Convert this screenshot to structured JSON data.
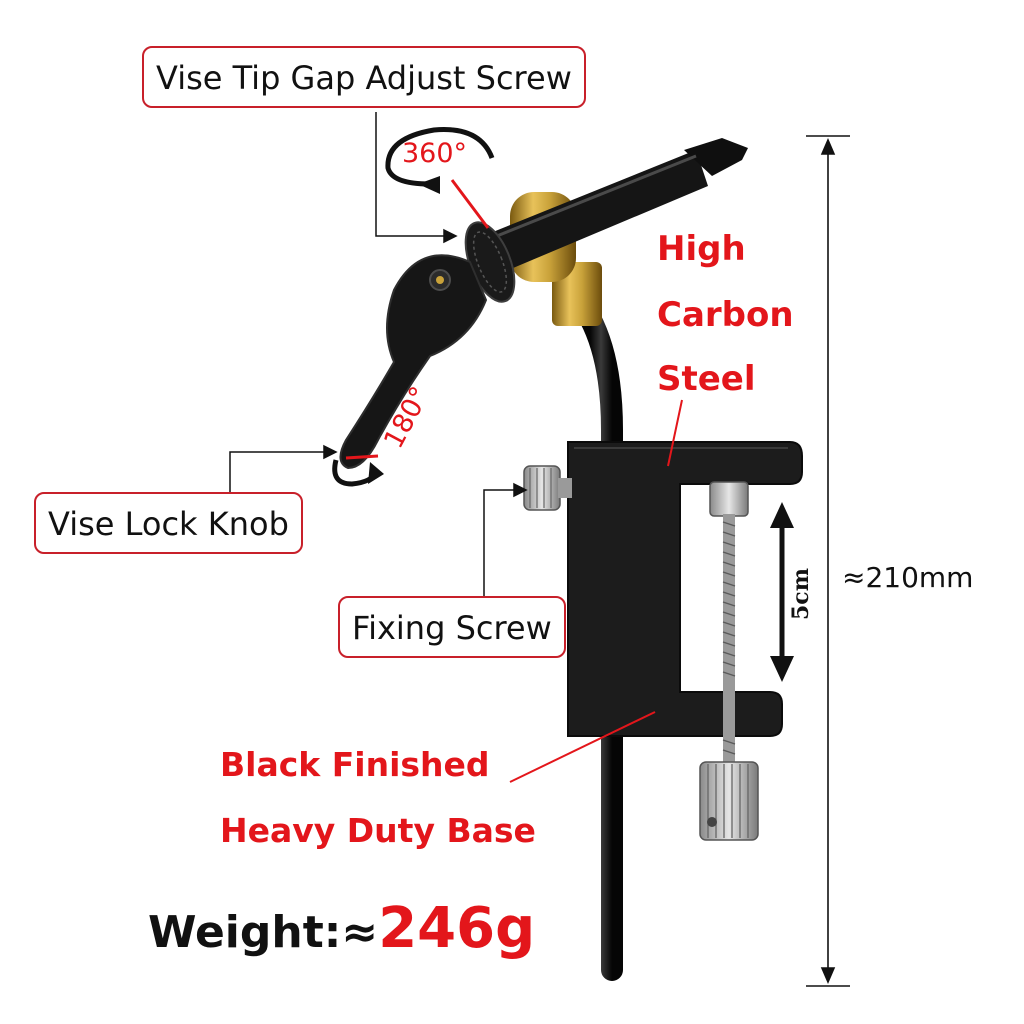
{
  "callouts": {
    "tip_gap_screw": "Vise Tip Gap Adjust Screw",
    "lock_knob": "Vise Lock Knob",
    "fixing_screw": "Fixing Screw"
  },
  "material_label": {
    "line1": "High",
    "line2": "Carbon",
    "line3": "Steel"
  },
  "base_label": {
    "line1": "Black Finished",
    "line2": "Heavy Duty Base"
  },
  "rotation": {
    "tip": "360°",
    "knob": "180°"
  },
  "dimensions": {
    "height": "≈210mm",
    "clamp_opening": "5cm"
  },
  "weight": {
    "label": "Weight:≈",
    "value": "246g"
  },
  "colors": {
    "accent_red": "#e3161b",
    "callout_border": "#c8202a",
    "metal_black": "#1a1a1a",
    "brass": "#c9a23a"
  }
}
